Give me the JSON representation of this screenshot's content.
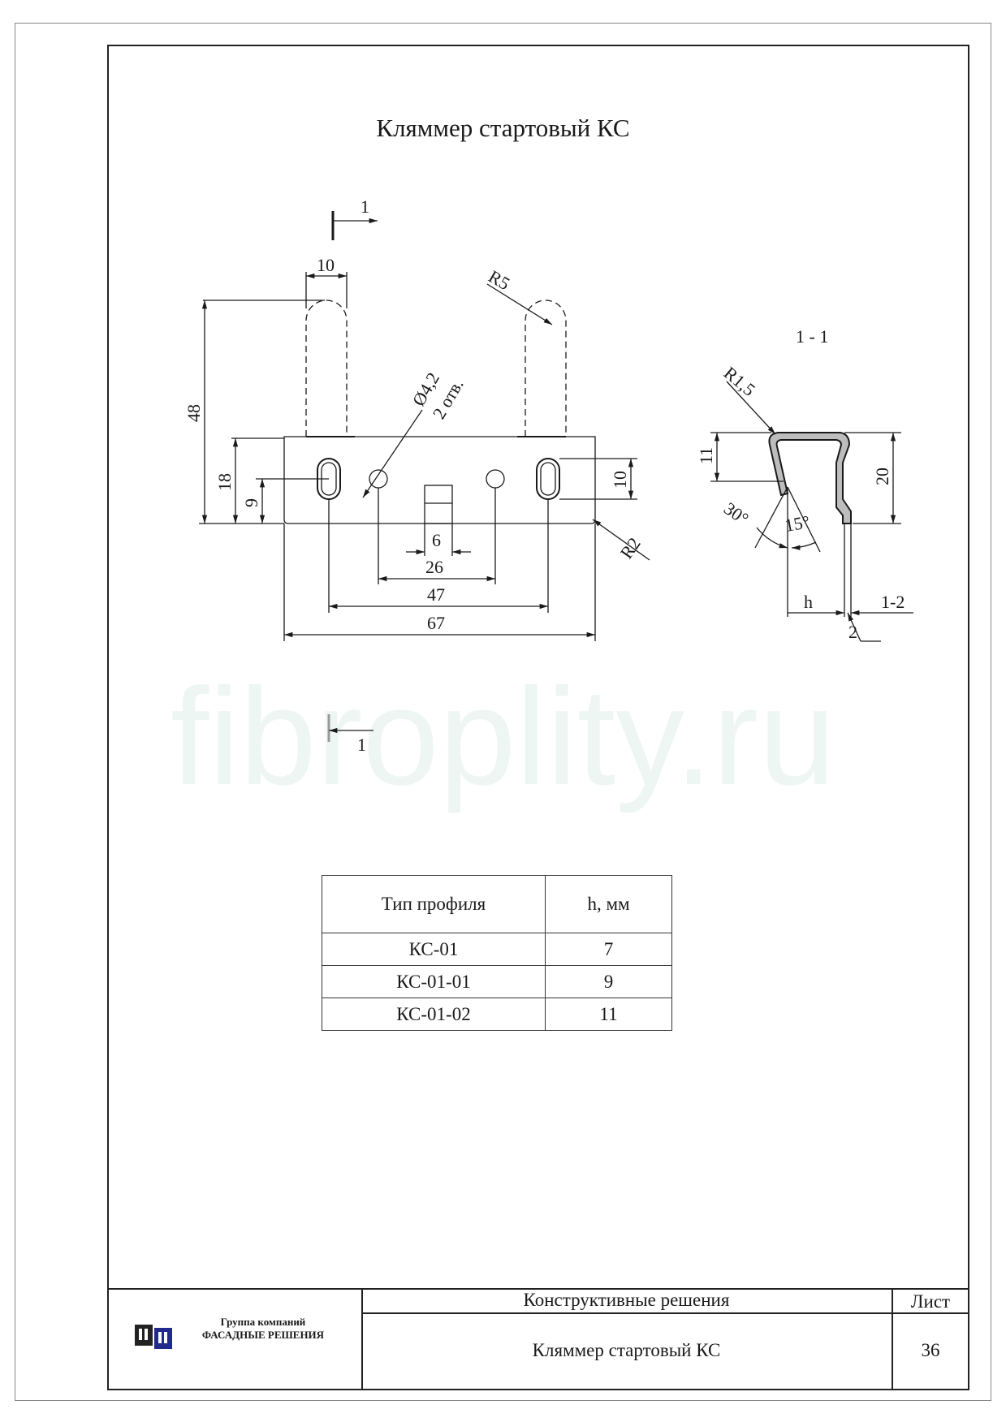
{
  "page": {
    "title": "Кляммер стартовый КС",
    "watermark": "fibroplity.ru"
  },
  "drawing": {
    "section_mark_top": "1",
    "section_mark_bottom": "1",
    "section_label": "1 - 1",
    "dims": {
      "d10_top": "10",
      "r5": "R5",
      "d48": "48",
      "d18": "18",
      "d9": "9",
      "hole_dia": "Ø4,2",
      "hole_count": "2 отв.",
      "d10_right": "10",
      "r2": "R2",
      "d6": "6",
      "d26": "26",
      "d47": "47",
      "d67": "67",
      "r15": "R1,5",
      "d11": "11",
      "d20": "20",
      "a30": "30°",
      "a15": "15°",
      "h": "h",
      "t12": "1-2",
      "d2": "2"
    }
  },
  "profile_table": {
    "headers": [
      "Тип профиля",
      "h, мм"
    ],
    "rows": [
      [
        "КС-01",
        "7"
      ],
      [
        "КС-01-01",
        "9"
      ],
      [
        "КС-01-02",
        "11"
      ]
    ]
  },
  "title_block": {
    "company_line1": "Группа компаний",
    "company_line2": "ФАСАДНЫЕ РЕШЕНИЯ",
    "section": "Конструктивные решения",
    "sheet_title": "Кляммер стартовый КС",
    "sheet_label": "Лист",
    "sheet_number": "36"
  },
  "colors": {
    "line": "#1a1a1a",
    "logo_blue": "#1f2a8c"
  }
}
